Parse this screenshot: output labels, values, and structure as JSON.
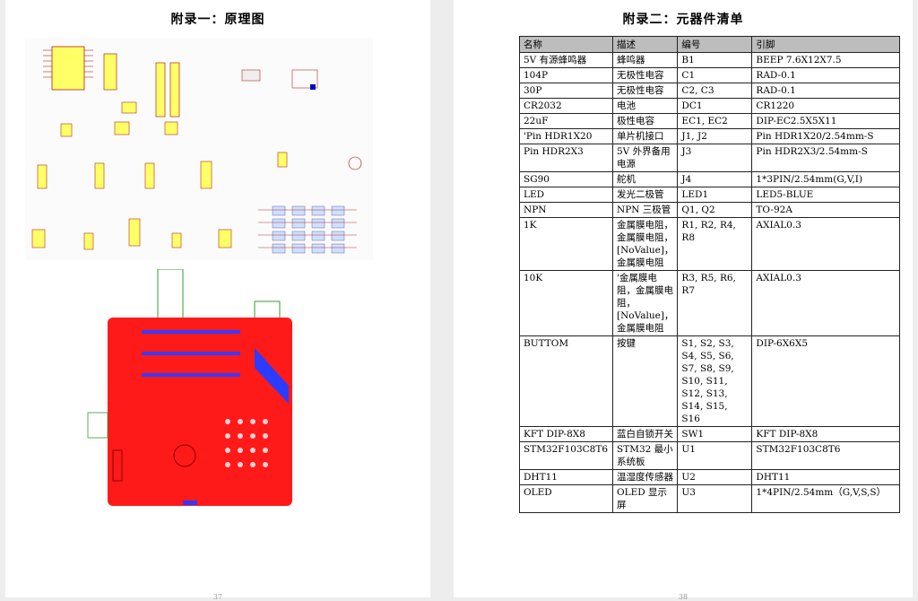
{
  "left_page": {
    "title": "附录一：原理图",
    "page_number": "37"
  },
  "right_page": {
    "title": "附录二：元器件清单",
    "page_number": "38",
    "table": {
      "headers": [
        "名称",
        "描述",
        "编号",
        "引脚"
      ],
      "rows": [
        [
          "5V 有源蜂鸣器",
          "蜂鸣器",
          "B1",
          "BEEP 7.6X12X7.5"
        ],
        [
          "104P",
          "无极性电容",
          "C1",
          "RAD-0.1"
        ],
        [
          "30P",
          "无极性电容",
          "C2, C3",
          "RAD-0.1"
        ],
        [
          "CR2032",
          "电池",
          "DC1",
          "CR1220"
        ],
        [
          "22uF",
          "极性电容",
          "EC1, EC2",
          "DIP-EC2.5X5X11"
        ],
        [
          "'Pin HDR1X20",
          "单片机接口",
          "J1, J2",
          "Pin HDR1X20/2.54mm-S"
        ],
        [
          "Pin HDR2X3",
          "5V 外界备用电源",
          "J3",
          "Pin HDR2X3/2.54mm-S"
        ],
        [
          "SG90",
          "舵机",
          "J4",
          "1*3PIN/2.54mm(G,V,I)"
        ],
        [
          "LED",
          "发光二极管",
          "LED1",
          "LED5-BLUE"
        ],
        [
          "NPN",
          "NPN 三极管",
          "Q1, Q2",
          "TO-92A"
        ],
        [
          "1K",
          "金属膜电阻，金属膜电阻，[NoValue]，金属膜电阻",
          "R1, R2, R4, R8",
          "AXIAL0.3"
        ],
        [
          "10K",
          "'金属膜电阻，金属膜电阻，[NoValue]，金属膜电阻",
          "R3, R5, R6, R7",
          "AXIAL0.3"
        ],
        [
          "BUTTOM",
          "按键",
          "S1, S2, S3, S4, S5, S6, S7, S8, S9, S10, S11, S12, S13, S14, S15, S16",
          "DIP-6X6X5"
        ],
        [
          "KFT DIP-8X8",
          "蓝白自锁开关",
          "SW1",
          "KFT DIP-8X8"
        ],
        [
          "STM32F103C8T6",
          "STM32 最小系统板",
          "U1",
          "STM32F103C8T6"
        ],
        [
          "DHT11",
          "温湿度传感器",
          "U2",
          "DHT11"
        ],
        [
          "OLED",
          "OLED 显示屏",
          "U3",
          "1*4PIN/2.54mm（G,V,S,S）"
        ]
      ]
    }
  }
}
